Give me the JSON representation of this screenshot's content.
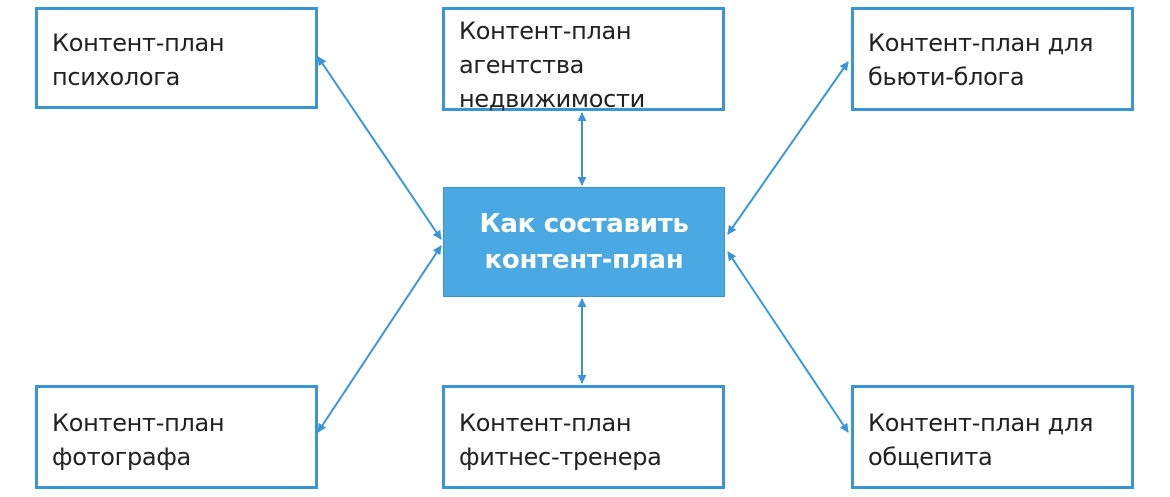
{
  "diagram": {
    "center": {
      "label": "Как составить\nконтент-план"
    },
    "nodes": {
      "psychologist": {
        "label": "Контент-план\nпсихолога"
      },
      "realty": {
        "label": "Контент-план\nагентства\nнедвижимости"
      },
      "beauty": {
        "label": "Контент-план для\nбьюти-блога"
      },
      "photographer": {
        "label": "Контент-план\nфотографа"
      },
      "fitness": {
        "label": "Контент-план\nфитнес-тренера"
      },
      "catering": {
        "label": "Контент-план для\nобщепита"
      }
    },
    "edges": [
      {
        "from": "center",
        "to": "psychologist",
        "direction": "both"
      },
      {
        "from": "center",
        "to": "realty",
        "direction": "both"
      },
      {
        "from": "center",
        "to": "beauty",
        "direction": "both"
      },
      {
        "from": "center",
        "to": "photographer",
        "direction": "both"
      },
      {
        "from": "center",
        "to": "fitness",
        "direction": "both"
      },
      {
        "from": "center",
        "to": "catering",
        "direction": "both"
      }
    ],
    "colors": {
      "accent": "#4aa9e3",
      "border": "#3a95d6",
      "text": "#222222",
      "center_text": "#ffffff"
    }
  }
}
